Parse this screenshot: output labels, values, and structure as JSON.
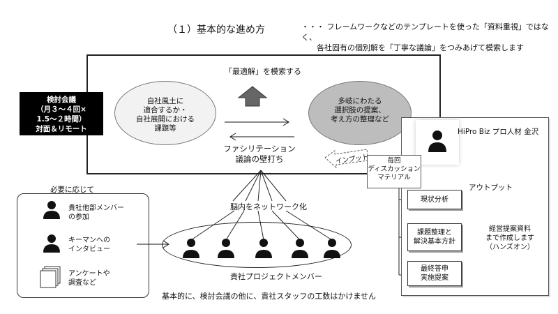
{
  "header": {
    "title": "（１）基本的な進め方",
    "note_line1": "・・・ フレームワークなどのテンプレートを使った「資料重視」ではなく、",
    "note_line2": "各社固有の個別解を「丁寧な議論」をつみあげて模索します"
  },
  "meeting_label": "検討会議\n（月３～４回×\n1.5～２時間）\n対面＆リモート",
  "left_ellipse": "自社風土に\n適合するか・\n自社展開における\n課題等",
  "right_ellipse": "多岐にわたる\n選択肢の提案、\n考え方の整理など",
  "search_label": "「最適解」を模索する",
  "facilitation": "ファシリテーション\n議論の壁打ち",
  "network_label": "脳内をネットワーク化",
  "input_label": "インプット",
  "consultant_label": "HiPro Biz プロ人材 金沢",
  "materials_label": "毎回\nディスカッション\nマテリアル",
  "output_label": "アウトプット",
  "outputs": [
    "現状分析",
    "課題整理と\n解決基本方針",
    "最終答申\n実施提案"
  ],
  "output_summary": "経営提案資料\nまで作成します\n（ハンズオン）",
  "needs_label": "必要に応じて",
  "needs_items": [
    "貴社他部メンバー\nの参加",
    "キーマンへの\nインタビュー",
    "アンケートや\n調査など"
  ],
  "members_label": "貴社プロジェクトメンバー",
  "bottom_note": "基本的に、検討会議の他に、貴社スタッフの工数はかけません",
  "icons": [
    "person-icon",
    "document-stack-icon",
    "up-arrow-icon",
    "input-arrow-icon"
  ]
}
